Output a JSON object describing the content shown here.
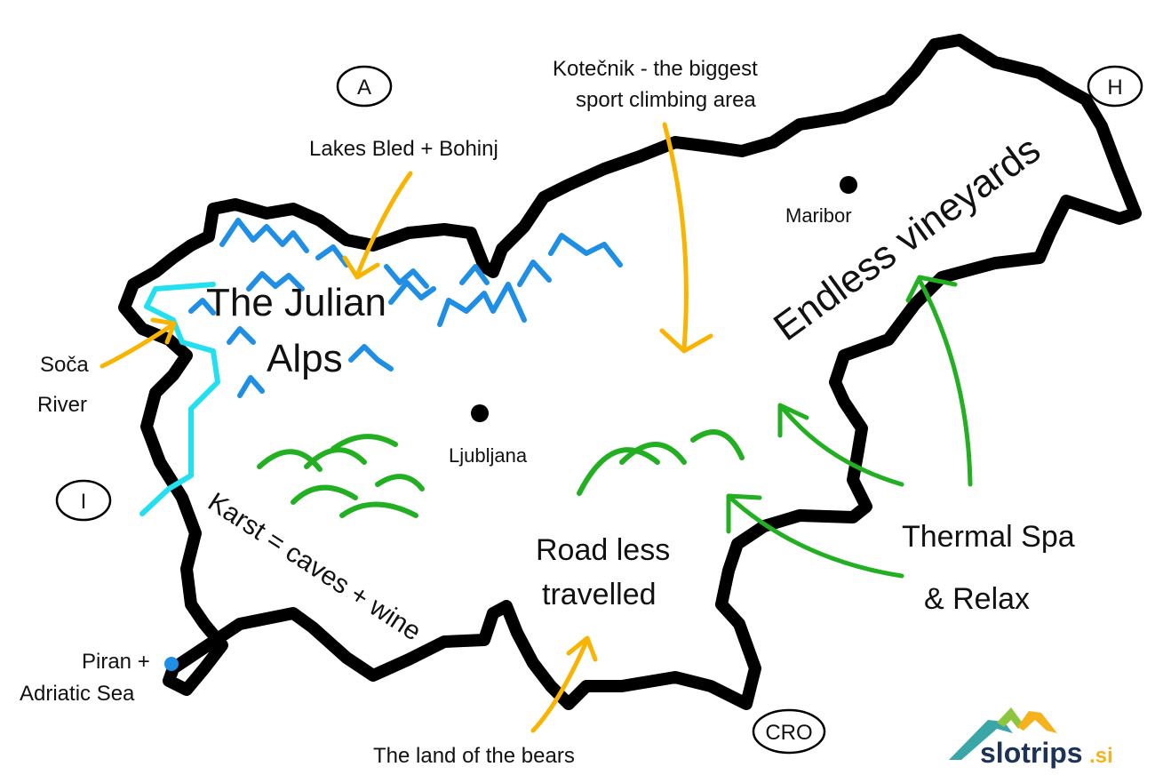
{
  "map": {
    "regions": {
      "julian_alps": [
        "The Julian",
        "Alps"
      ],
      "endless_vineyards": "Endless vineyards",
      "thermal_spa": [
        "Thermal Spa",
        "& Relax"
      ],
      "road_less": [
        "Road less",
        "travelled"
      ],
      "karst": "Karst = caves + wine"
    },
    "annotations": {
      "lakes": "Lakes Bled + Bohinj",
      "kotecnik": [
        "Kotečnik - the biggest",
        "sport climbing area"
      ],
      "soca": [
        "Soča",
        "River"
      ],
      "piran": [
        "Piran +",
        "Adriatic Sea"
      ],
      "bears": "The land of the bears"
    },
    "cities": [
      "Maribor",
      "Ljubljana"
    ],
    "borders": {
      "austria": "A",
      "hungary": "H",
      "italy": "I",
      "croatia": "CRO"
    },
    "colors": {
      "mountains": "#1f8fe6",
      "hills": "#22b022",
      "arrows_orange": "#f8b400",
      "river": "#22e0f0"
    }
  },
  "logo": {
    "name": "slotrips",
    "tld": ".si"
  }
}
